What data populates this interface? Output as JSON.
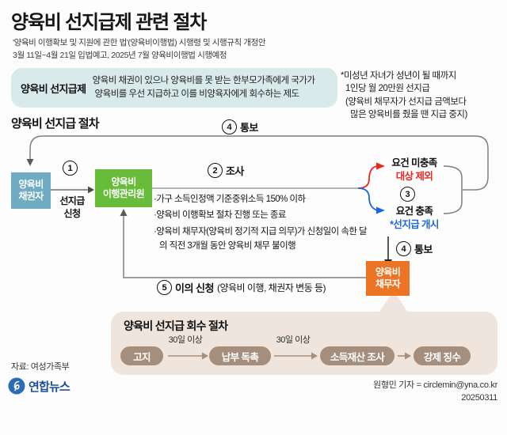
{
  "header": {
    "title": "양육비 선지급제 관련 절차",
    "subtitle_line1": "'양육비 이행확보 및 지원에 관한 법'(양육비이행법) 시행령 및 시행규칙 개정안",
    "subtitle_line2": "3월 11일~4월 21일 입법예고, 2025년 7월 양육비이행법 시행예정"
  },
  "definition": {
    "term": "양육비 선지급제",
    "desc_line1": "양육비 채권이 있으나 양육비를 못 받는 한부모가족에게 국가가",
    "desc_line2": "양육비를 우선 지급하고 이를 비양육자에게 회수하는 제도"
  },
  "side_note": {
    "line1": "*미성년 자녀가 성년이 될 때까지",
    "line2": "1인당 월 20만원 선지급",
    "line3": "(양육비 채무자가 선지급 금액보다",
    "line4": "많은 양육비를 줬을 땐 지급 중지)"
  },
  "flow": {
    "section_title": "양육비 선지급 절차",
    "creditor_box": {
      "line1": "양육비",
      "line2": "채권자"
    },
    "agency_box": {
      "line1": "양육비",
      "line2": "이행관리원"
    },
    "debtor_box": {
      "line1": "양육비",
      "line2": "채무자"
    },
    "step1": {
      "num": "1",
      "label_line1": "선지급",
      "label_line2": "신청"
    },
    "step2": {
      "num": "2",
      "label": "조사"
    },
    "step3": {
      "num": "3"
    },
    "step4_top": {
      "num": "4",
      "label": "통보"
    },
    "step4_down": {
      "num": "4",
      "label": "통보"
    },
    "step5": {
      "num": "5",
      "label_bold": "이의 신청",
      "label_normal": "(양육비 이행, 채권자 변동 등)"
    },
    "criteria": [
      "·가구 소득인정액 기준중위소득 150% 이하",
      "·양육비 이행확보 절차 진행 또는 종료",
      "·양육비 채무자(양육비 정기적 지급 의무)가 신청일이 속한 달의 직전 3개월 동안 양육비 채무 불이행"
    ],
    "outcome_fail": {
      "condition": "요건 미충족",
      "result": "대상 제외"
    },
    "outcome_pass": {
      "condition": "요건 충족",
      "result": "*선지급 개시"
    }
  },
  "recovery": {
    "title": "양육비 선지급 회수 절차",
    "steps": [
      "고지",
      "납부 독촉",
      "소득재산 조사",
      "강제 징수"
    ],
    "interval_label": "30일 이상"
  },
  "footer": {
    "source": "자료: 여성가족부",
    "logo_text": "연합뉴스",
    "credit": "원형민 기자 = circlemin@yna.co.kr",
    "date": "20250311"
  },
  "colors": {
    "creditor_box": "#6fabc3",
    "agency_box": "#67bc3a",
    "debtor_box": "#ec7424",
    "definition_bg": "#d9eaeb",
    "recovery_bg": "#efe5dc",
    "recovery_pill": "#a68e7d",
    "fail_red": "#e8281e",
    "pass_blue": "#1c66df",
    "logo_blue": "#2a6db5"
  }
}
